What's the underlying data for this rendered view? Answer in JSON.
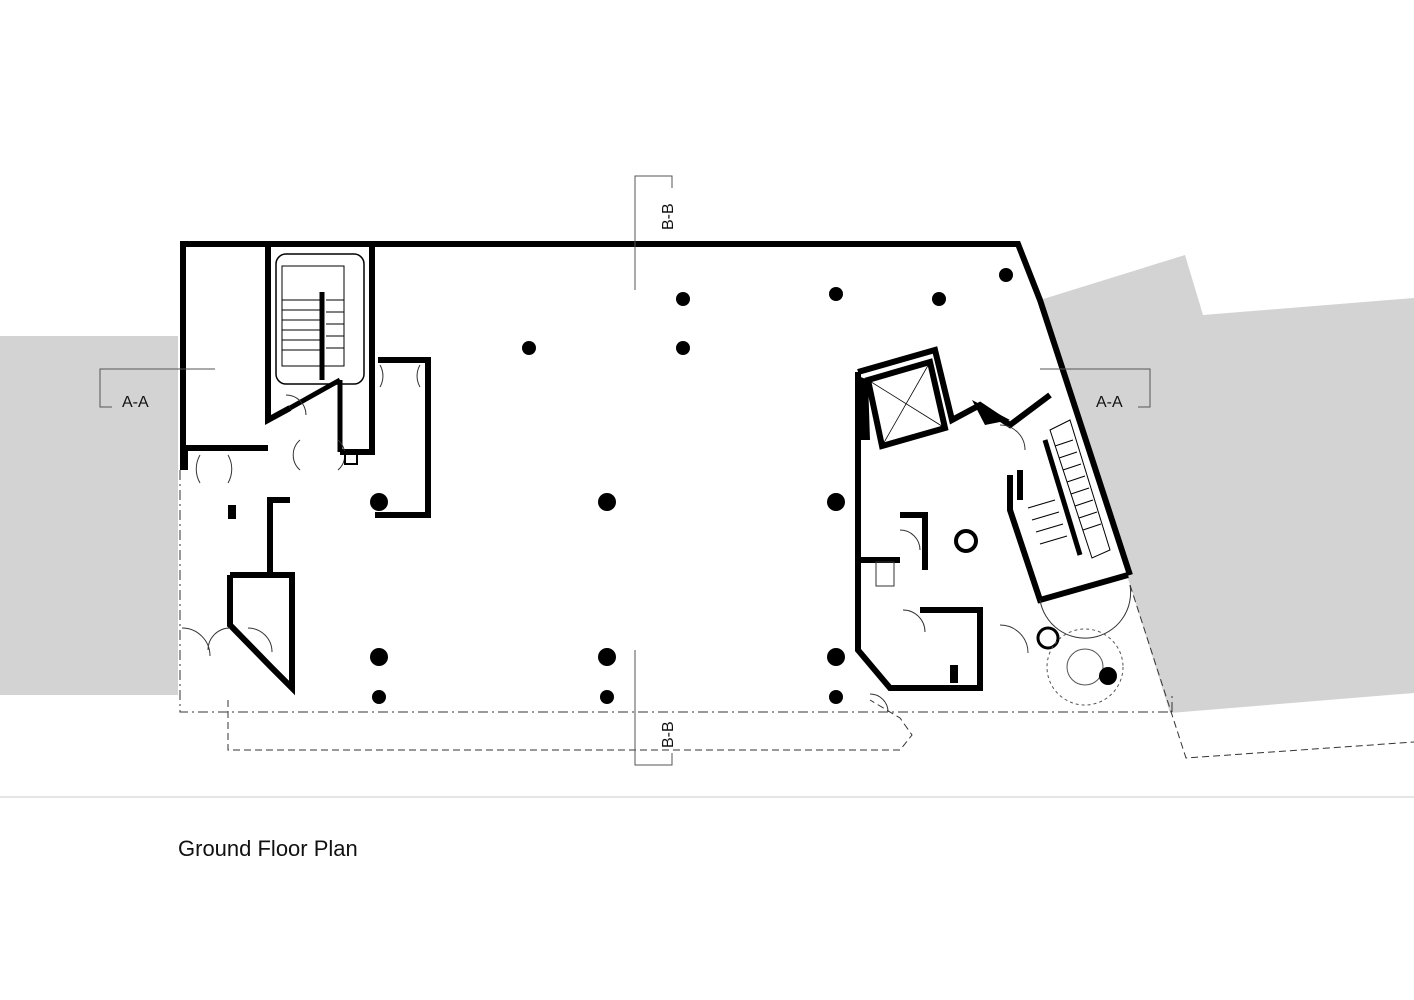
{
  "drawing": {
    "title": "Ground Floor Plan",
    "section_aa_label": "A-A",
    "section_bb_label": "B-B"
  },
  "colors": {
    "wall": "#000000",
    "neighbor_building": "#d3d3d3",
    "line": "#222222",
    "background": "#ffffff"
  }
}
